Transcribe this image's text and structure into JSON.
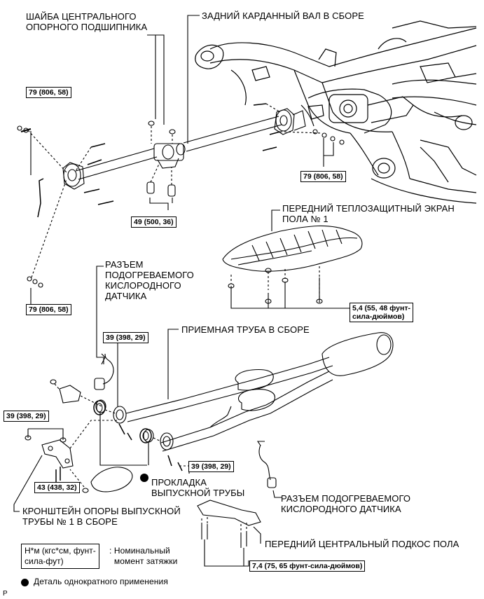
{
  "labels": {
    "center_washer": "ШАЙБА ЦЕНТРАЛЬНОГО\nОПОРНОГО ПОДШИПНИКА",
    "prop_shaft": "ЗАДНИЙ КАРДАННЫЙ ВАЛ В СБОРЕ",
    "heat_insulator": "ПЕРЕДНИЙ ТЕПЛОЗАЩИТНЫЙ ЭКРАН\nПОЛА № 1",
    "o2_connector_upper": "РАЗЪЕМ\nПОДОГРЕВАЕМОГО\nКИСЛОРОДНОГО\nДАТЧИКА",
    "exhaust_pipe": "ПРИЕМНАЯ ТРУБА В СБОРЕ",
    "gasket": "ПРОКЛАДКА\nВЫПУСКНОЙ ТРУБЫ",
    "o2_connector_lower": "РАЗЪЕМ ПОДОГРЕВАЕМОГО\nКИСЛОРОДНОГО ДАТЧИКА",
    "bracket": "КРОНШТЕЙН ОПОРЫ ВЫПУСКНОЙ\nТРУБЫ № 1 В СБОРЕ",
    "center_brace": "ПЕРЕДНИЙ ЦЕНТРАЛЬНЫЙ ПОДКОС ПОЛА"
  },
  "torques": {
    "t1": "79 (806, 58)",
    "t2": "79 (806, 58)",
    "t3": "49 (500, 36)",
    "t4": "79 (806, 58)",
    "t5": "5,4 (55, 48 фунт-\nсила-дюймов)",
    "t6": "39 (398, 29)",
    "t7": "39 (398, 29)",
    "t8": "39 (398, 29)",
    "t9": "43 (438, 32)",
    "t10": "7,4 (75, 65 фунт-сила-дюймов)"
  },
  "legend": {
    "unit_box": "Н*м (кгс*см, фунт-\nсила-фут)",
    "unit_desc": ": Номинальный\n  момент затяжки",
    "non_reusable": "Деталь однократного применения",
    "footer_code": "P"
  }
}
